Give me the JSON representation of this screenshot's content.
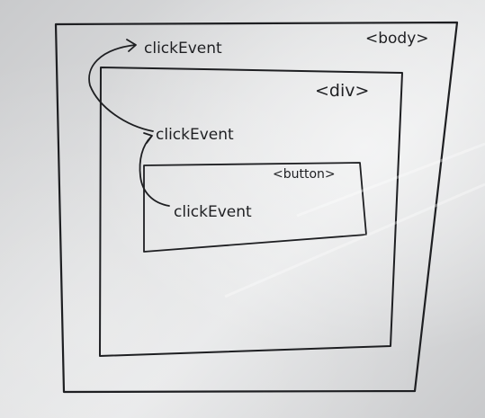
{
  "diagram": {
    "body_label": "<body>",
    "div_label": "<div>",
    "button_label": "<button>",
    "body_event": "clickEvent",
    "div_event": "clickEvent",
    "button_event": "clickEvent",
    "ink_color": "#1e1f22",
    "board_color": "#e0e1e2"
  }
}
